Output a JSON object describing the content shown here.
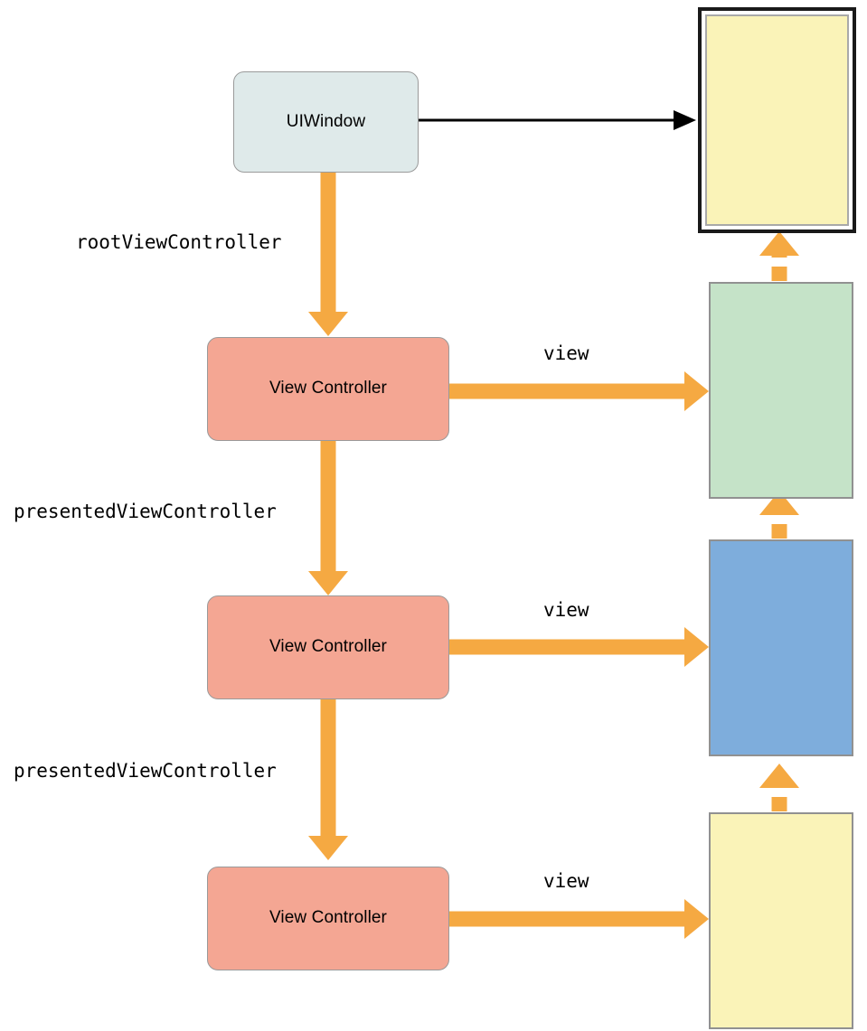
{
  "diagram": {
    "title": "UIKit view controller presentation hierarchy",
    "colors": {
      "window_fill": "#dfeaea",
      "controller_fill": "#f4a693",
      "arrow_orange": "#f5a942",
      "arrow_black": "#000000",
      "view_green": "#c5e3c8",
      "view_blue": "#7eaddc",
      "view_yellow": "#faf3b8",
      "node_stroke": "#9a9a9a",
      "rect_stroke": "#919191",
      "screen_frame_stroke": "#1a1a1a",
      "screen_inner_stroke": "#a9a9a9",
      "background": "#ffffff"
    },
    "nodes": {
      "uiwindow": {
        "label": "UIWindow"
      },
      "view_controller_1": {
        "label": "View Controller"
      },
      "view_controller_2": {
        "label": "View Controller"
      },
      "view_controller_3": {
        "label": "View Controller"
      },
      "screen": {
        "label": ""
      },
      "view_1": {
        "label": ""
      },
      "view_2": {
        "label": ""
      },
      "view_3": {
        "label": ""
      }
    },
    "edges": [
      {
        "id": "window-to-screen",
        "label": "",
        "style": "solid-thin-black",
        "from": "uiwindow",
        "to": "screen"
      },
      {
        "id": "root-vc",
        "label": "rootViewController",
        "style": "solid-thick-orange",
        "from": "uiwindow",
        "to": "view_controller_1"
      },
      {
        "id": "vc1-view",
        "label": "view",
        "style": "solid-thick-orange",
        "from": "view_controller_1",
        "to": "view_1"
      },
      {
        "id": "presented-vc-1",
        "label": "presentedViewController",
        "style": "solid-thick-orange",
        "from": "view_controller_1",
        "to": "view_controller_2"
      },
      {
        "id": "vc2-view",
        "label": "view",
        "style": "solid-thick-orange",
        "from": "view_controller_2",
        "to": "view_2"
      },
      {
        "id": "presented-vc-2",
        "label": "presentedViewController",
        "style": "solid-thick-orange",
        "from": "view_controller_2",
        "to": "view_controller_3"
      },
      {
        "id": "vc3-view",
        "label": "view",
        "style": "solid-thick-orange",
        "from": "view_controller_3",
        "to": "view_3"
      },
      {
        "id": "view1-to-screen",
        "label": "",
        "style": "dashed-thick-orange",
        "from": "view_1",
        "to": "screen"
      },
      {
        "id": "view2-to-view1",
        "label": "",
        "style": "dashed-thick-orange",
        "from": "view_2",
        "to": "view_1"
      },
      {
        "id": "view3-to-view2",
        "label": "",
        "style": "dashed-thick-orange",
        "from": "view_3",
        "to": "view_2"
      }
    ],
    "labels": {
      "root_view_controller": "rootViewController",
      "presented_view_controller_1": "presentedViewController",
      "presented_view_controller_2": "presentedViewController",
      "view_1": "view",
      "view_2": "view",
      "view_3": "view"
    }
  }
}
